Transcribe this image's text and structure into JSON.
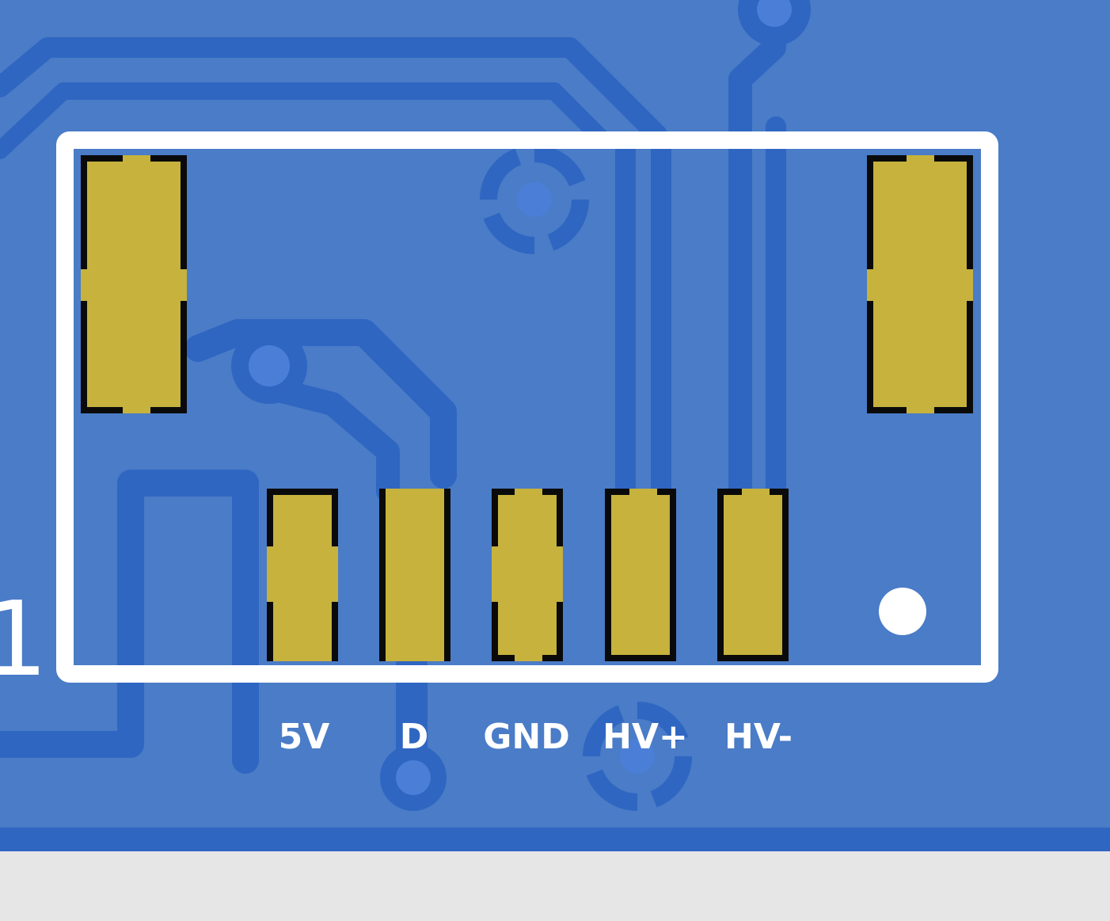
{
  "board": {
    "copper_color": "#4a7cc7",
    "trace_color": "#2f66c1",
    "via_color": "#4b7fd7",
    "pad_color": "#c6b23d",
    "pad_outline_color": "#0a0a0a",
    "silkscreen_color": "#ffffff",
    "background_color": "#e6e6e7",
    "reference_fragment": "1"
  },
  "connector": {
    "pins": [
      {
        "label": "5V",
        "name": "5v"
      },
      {
        "label": "D",
        "name": "d"
      },
      {
        "label": "GND",
        "name": "gnd"
      },
      {
        "label": "HV+",
        "name": "hv-plus"
      },
      {
        "label": "HV-",
        "name": "hv-minus"
      }
    ]
  }
}
